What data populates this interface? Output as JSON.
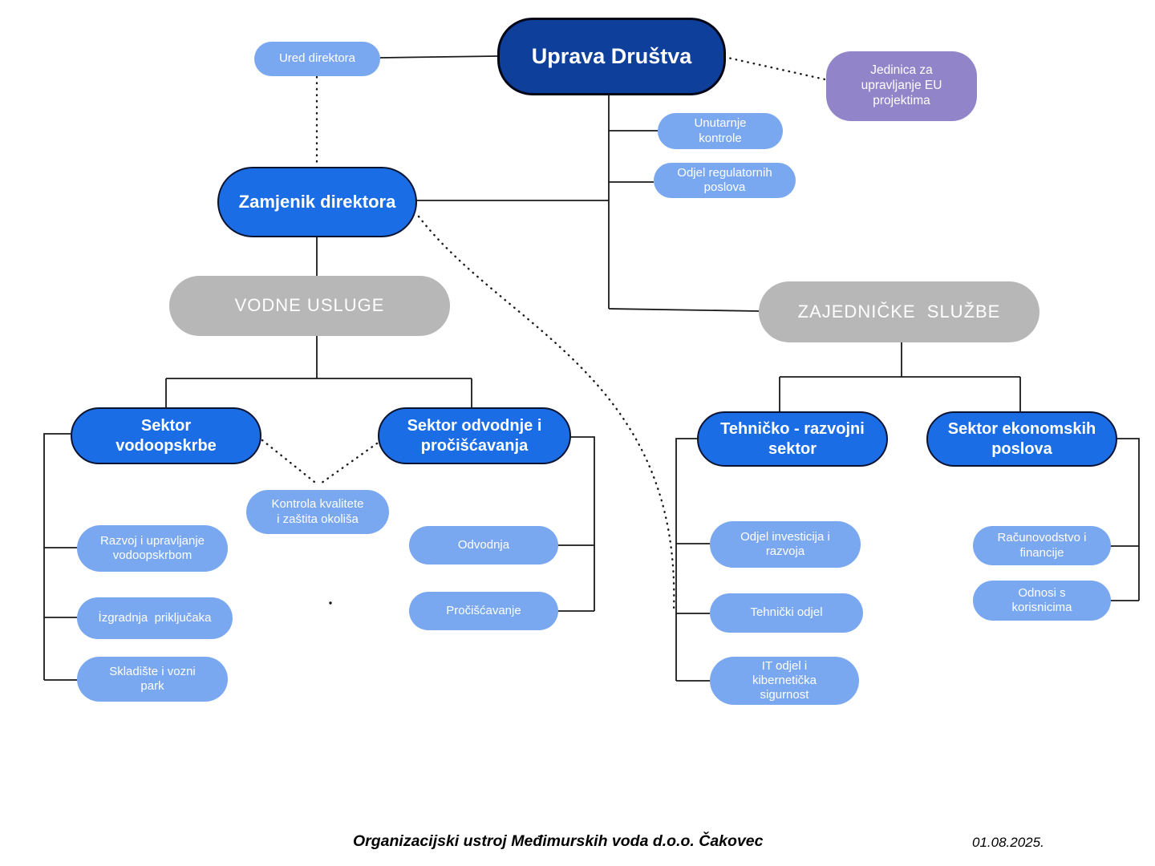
{
  "diagram": {
    "colors": {
      "navy": "#0d3f9b",
      "blue": "#1a6de4",
      "light_blue": "#7aa8f0",
      "purple": "#9184c8",
      "gray": "#b7b7b7",
      "line": "#1a1a1a"
    },
    "nodes": {
      "uprava": {
        "label": "Uprava Društva"
      },
      "ured_direktora": {
        "label": "Ured direktora"
      },
      "jedinica_eu": {
        "label": "Jedinica za\nupravljanje EU\nprojektima"
      },
      "unutarnje_kontrole": {
        "label": "Unutarnje\nkontrole"
      },
      "odjel_regulatornih": {
        "label": "Odjel regulatornih\nposlova"
      },
      "zamjenik_direktora": {
        "label": "Zamjenik direktora"
      },
      "vodne_usluge": {
        "label": "VODNE USLUGE"
      },
      "zajednicke_sluzbe": {
        "label": "ZAJEDNIČKE  SLUŽBE"
      },
      "sektor_vodoopskrbe": {
        "label": "Sektor\nvodoopskrbe"
      },
      "sektor_odvodnje": {
        "label": "Sektor odvodnje i\npročišćavanja"
      },
      "tehnicko_razvojni": {
        "label": "Tehničko - razvojni\nsektor"
      },
      "sektor_ekonomskih": {
        "label": "Sektor ekonomskih\nposlova"
      },
      "kontrola_kvalitete": {
        "label": "Kontrola kvalitete\ni zaštita okoliša"
      },
      "razvoj_upravljanje": {
        "label": "Razvoj i upravljanje\nvodoopskrbom"
      },
      "izgradnja_prikljucaka": {
        "label": "İzgradnja  priključaka"
      },
      "skladiste_vozni_park": {
        "label": "Skladište i vozni\npark"
      },
      "odvodnja": {
        "label": "Odvodnja"
      },
      "prociscavanje": {
        "label": "Pročišćavanje"
      },
      "odjel_investicija": {
        "label": "Odjel investicija i\nrazvoja"
      },
      "tehnicki_odjel": {
        "label": "Tehnički odjel"
      },
      "it_odjel": {
        "label": "IT odjel i\nkibernetička\nsigurnost"
      },
      "racunovodstvo": {
        "label": "Računovodstvo i\nfinancije"
      },
      "odnosi_korisnici": {
        "label": "Odnosi s\nkorisnicima"
      }
    },
    "footer": {
      "caption": "Organizacijski ustroj Međimurskih voda d.o.o. Čakovec",
      "date": "01.08.2025."
    }
  }
}
